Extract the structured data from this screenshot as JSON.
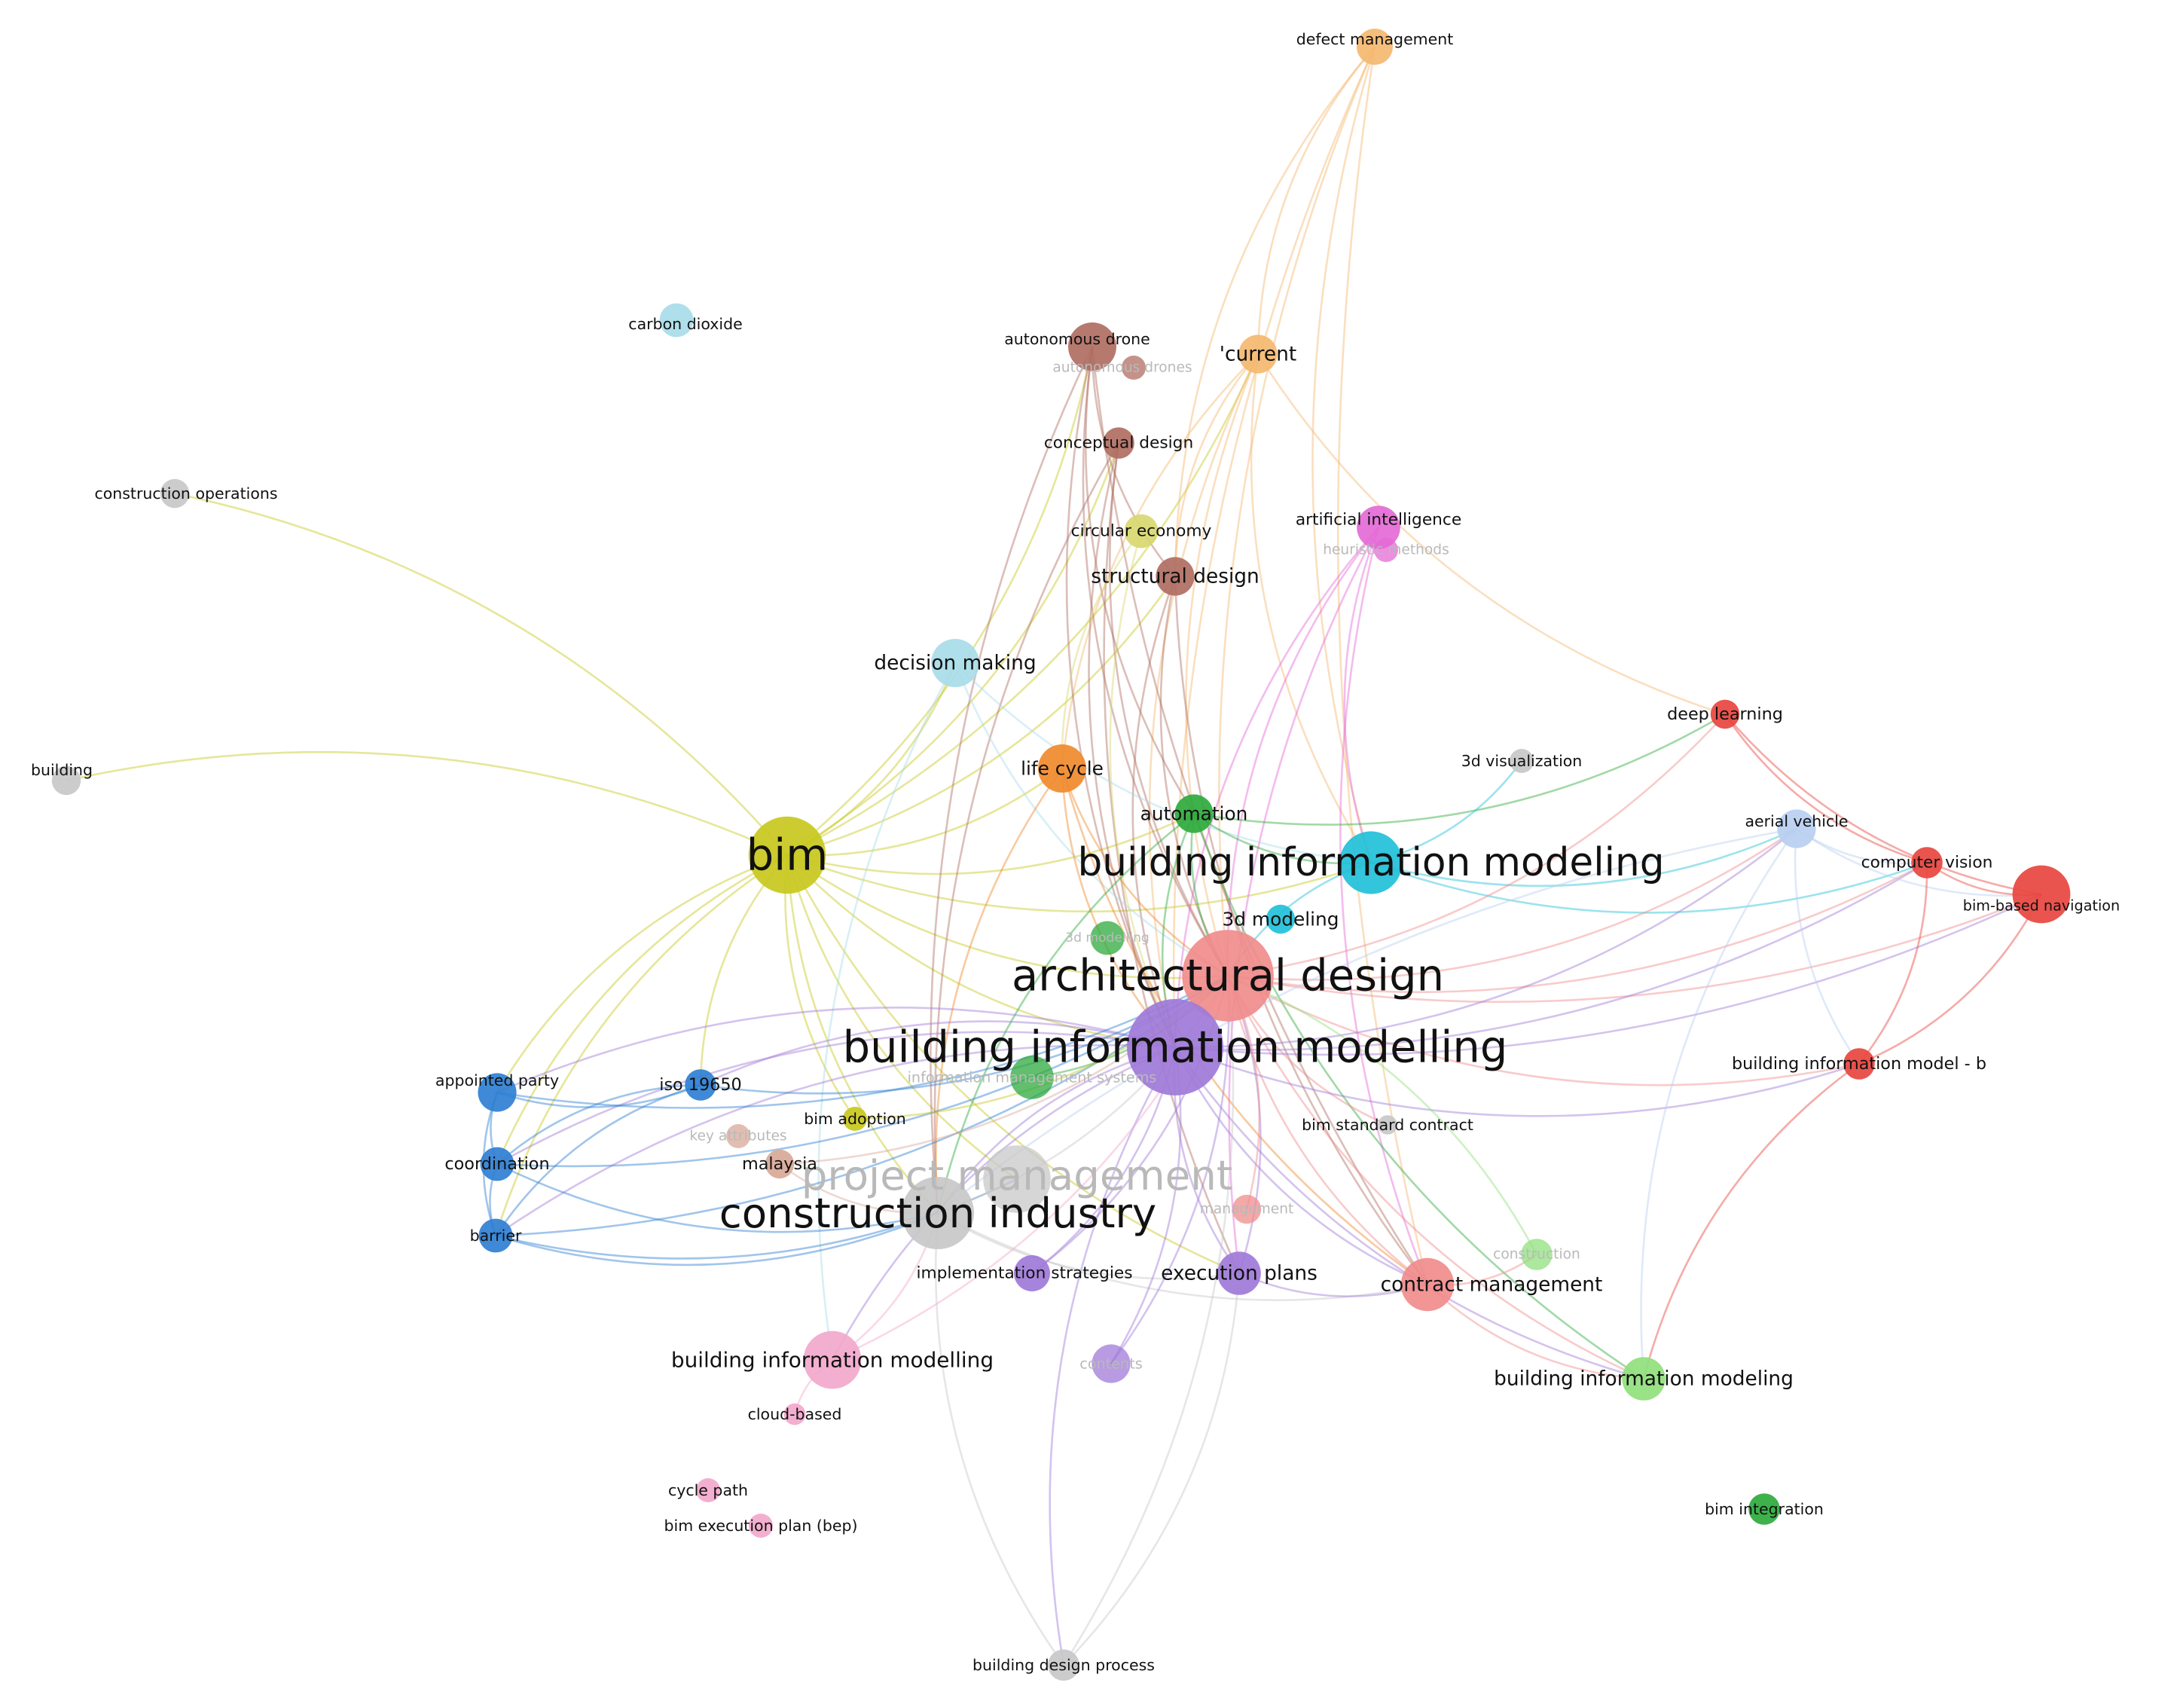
{
  "network": {
    "clusters": {
      "red": "#e8453f",
      "salmon": "#f08c8c",
      "green": "#2eaa3c",
      "light_green": "#90e07c",
      "blue": "#2f7fd3",
      "light_blue": "#b8cff0",
      "yellow": "#c8c81e",
      "pale_yellow": "#d8d870",
      "purple": "#a07ad8",
      "orange": "#f08a2c",
      "light_orange": "#f4b870",
      "brown": "#b06e62",
      "cyan": "#22c0d8",
      "light_cyan": "#a8dce8",
      "pink": "#f2a8cc",
      "magenta": "#e46ad6",
      "gray": "#c8c8c8",
      "tan": "#d8a898"
    },
    "nodes": [
      {
        "id": "bim",
        "label": "bim",
        "cluster": "yellow",
        "size": 3.2,
        "fs": 1.0,
        "faded": false
      },
      {
        "id": "architectural_design",
        "label": "architectural design",
        "cluster": "salmon",
        "size": 3.8,
        "fs": 1.0,
        "faded": false
      },
      {
        "id": "bim_modelling_main",
        "label": "building information modelling",
        "cluster": "purple",
        "size": 4.0,
        "fs": 1.0,
        "faded": false
      },
      {
        "id": "construction_industry",
        "label": "construction industry",
        "cluster": "gray",
        "size": 3.0,
        "fs": 0.95,
        "faded": false
      },
      {
        "id": "project_management",
        "label": "project management",
        "cluster": "gray",
        "size": 2.8,
        "fs": 0.95,
        "faded": true
      },
      {
        "id": "bim_modeling_cyan",
        "label": "building information modeling",
        "cluster": "cyan",
        "size": 2.6,
        "fs": 0.9,
        "faded": false
      },
      {
        "id": "3d_modeling",
        "label": "3d modeling",
        "cluster": "cyan",
        "size": 1.2,
        "fs": 0.8,
        "faded": false
      },
      {
        "id": "automation",
        "label": "automation",
        "cluster": "green",
        "size": 1.6,
        "fs": 0.8,
        "faded": false
      },
      {
        "id": "3d_modelling",
        "label": "3d modelling",
        "cluster": "green",
        "size": 1.4,
        "fs": 0.55,
        "faded": true
      },
      {
        "id": "life_cycle",
        "label": "life cycle",
        "cluster": "orange",
        "size": 2.0,
        "fs": 0.8,
        "faded": false
      },
      {
        "id": "decision_making",
        "label": "decision making",
        "cluster": "light_cyan",
        "size": 2.0,
        "fs": 0.85,
        "faded": false
      },
      {
        "id": "structural_design",
        "label": "structural design",
        "cluster": "brown",
        "size": 1.6,
        "fs": 0.85,
        "faded": false
      },
      {
        "id": "circular_economy",
        "label": "circular economy",
        "cluster": "pale_yellow",
        "size": 1.4,
        "fs": 0.7,
        "faded": false
      },
      {
        "id": "conceptual_design",
        "label": "conceptual design",
        "cluster": "brown",
        "size": 1.3,
        "fs": 0.7,
        "faded": false
      },
      {
        "id": "autonomous_drone",
        "label": "autonomous drone",
        "cluster": "brown",
        "size": 2.0,
        "fs": 0.66,
        "faded": false
      },
      {
        "id": "autonomous_drones",
        "label": "autonomous drones",
        "cluster": "brown",
        "size": 1.0,
        "fs": 0.6,
        "faded": true
      },
      {
        "id": "current",
        "label": "'current",
        "cluster": "light_orange",
        "size": 1.6,
        "fs": 0.85,
        "faded": false
      },
      {
        "id": "defect_management",
        "label": "defect management",
        "cluster": "light_orange",
        "size": 1.5,
        "fs": 0.66,
        "faded": false
      },
      {
        "id": "artificial_intelligence",
        "label": "artificial intelligence",
        "cluster": "magenta",
        "size": 1.8,
        "fs": 0.7,
        "faded": false
      },
      {
        "id": "heuristic_methods",
        "label": "heuristic methods",
        "cluster": "magenta",
        "size": 1.0,
        "fs": 0.6,
        "faded": true
      },
      {
        "id": "carbon_dioxide",
        "label": "carbon dioxide",
        "cluster": "light_cyan",
        "size": 1.4,
        "fs": 0.66,
        "faded": false
      },
      {
        "id": "construction_operations",
        "label": "construction operations",
        "cluster": "gray",
        "size": 1.2,
        "fs": 0.66,
        "faded": false
      },
      {
        "id": "building",
        "label": "building",
        "cluster": "gray",
        "size": 1.2,
        "fs": 0.66,
        "faded": false
      },
      {
        "id": "deep_learning",
        "label": "deep learning",
        "cluster": "red",
        "size": 1.2,
        "fs": 0.72,
        "faded": false
      },
      {
        "id": "3d_visualization",
        "label": "3d visualization",
        "cluster": "gray",
        "size": 1.0,
        "fs": 0.66,
        "faded": false
      },
      {
        "id": "aerial_vehicle",
        "label": "aerial vehicle",
        "cluster": "light_blue",
        "size": 1.6,
        "fs": 0.66,
        "faded": false
      },
      {
        "id": "computer_vision",
        "label": "computer vision",
        "cluster": "red",
        "size": 1.3,
        "fs": 0.7,
        "faded": false
      },
      {
        "id": "bim_based_navigation",
        "label": "bim-based navigation",
        "cluster": "red",
        "size": 2.4,
        "fs": 0.62,
        "faded": false
      },
      {
        "id": "bim_model_b",
        "label": "building information model - b",
        "cluster": "red",
        "size": 1.3,
        "fs": 0.72,
        "faded": false
      },
      {
        "id": "bim_standard_contract",
        "label": "bim standard contract",
        "cluster": "gray",
        "size": 0.8,
        "fs": 0.66,
        "faded": false
      },
      {
        "id": "appointed_party",
        "label": "appointed party",
        "cluster": "blue",
        "size": 1.6,
        "fs": 0.66,
        "faded": false
      },
      {
        "id": "iso_19650",
        "label": "iso 19650",
        "cluster": "blue",
        "size": 1.3,
        "fs": 0.72,
        "faded": false
      },
      {
        "id": "coordination",
        "label": "coordination",
        "cluster": "blue",
        "size": 1.4,
        "fs": 0.72,
        "faded": false
      },
      {
        "id": "barrier",
        "label": "barrier",
        "cluster": "blue",
        "size": 1.4,
        "fs": 0.66,
        "faded": false
      },
      {
        "id": "information_management_systems",
        "label": "information management systems",
        "cluster": "green",
        "size": 1.8,
        "fs": 0.62,
        "faded": true
      },
      {
        "id": "bim_adoption",
        "label": "bim adoption",
        "cluster": "yellow",
        "size": 1.0,
        "fs": 0.66,
        "faded": false
      },
      {
        "id": "key_attributes",
        "label": "key attributes",
        "cluster": "tan",
        "size": 1.0,
        "fs": 0.6,
        "faded": true
      },
      {
        "id": "malaysia",
        "label": "malaysia",
        "cluster": "tan",
        "size": 1.2,
        "fs": 0.72,
        "faded": false
      },
      {
        "id": "implementation_strategies",
        "label": "implementation strategies",
        "cluster": "purple",
        "size": 1.5,
        "fs": 0.7,
        "faded": false
      },
      {
        "id": "execution_plans",
        "label": "execution plans",
        "cluster": "purple",
        "size": 1.8,
        "fs": 0.85,
        "faded": false
      },
      {
        "id": "contents",
        "label": "contents",
        "cluster": "purple",
        "size": 1.6,
        "fs": 0.62,
        "faded": true
      },
      {
        "id": "management",
        "label": "management",
        "cluster": "salmon",
        "size": 1.2,
        "fs": 0.6,
        "faded": true
      },
      {
        "id": "contract_management",
        "label": "contract management",
        "cluster": "salmon",
        "size": 2.2,
        "fs": 0.85,
        "faded": false
      },
      {
        "id": "construction",
        "label": "construction",
        "cluster": "light_green",
        "size": 1.3,
        "fs": 0.6,
        "faded": true
      },
      {
        "id": "bim_modeling_lightgreen",
        "label": "building information modeling",
        "cluster": "light_green",
        "size": 1.8,
        "fs": 0.85,
        "faded": false
      },
      {
        "id": "bim_modelling_pink",
        "label": "building information modelling",
        "cluster": "pink",
        "size": 2.4,
        "fs": 0.9,
        "faded": false
      },
      {
        "id": "cloud_based",
        "label": "cloud-based",
        "cluster": "pink",
        "size": 0.9,
        "fs": 0.66,
        "faded": false
      },
      {
        "id": "cycle_path",
        "label": "cycle path",
        "cluster": "pink",
        "size": 1.0,
        "fs": 0.66,
        "faded": false
      },
      {
        "id": "bim_execution_plan",
        "label": "bim execution plan (bep)",
        "cluster": "pink",
        "size": 1.0,
        "fs": 0.66,
        "faded": false
      },
      {
        "id": "bim_integration",
        "label": "bim integration",
        "cluster": "green",
        "size": 1.3,
        "fs": 0.66,
        "faded": false
      },
      {
        "id": "building_design_process",
        "label": "building design process",
        "cluster": "gray",
        "size": 1.3,
        "fs": 0.66,
        "faded": false
      }
    ],
    "links": [
      [
        "bim",
        "architectural_design"
      ],
      [
        "bim",
        "bim_modelling_main"
      ],
      [
        "bim",
        "construction_industry"
      ],
      [
        "bim",
        "decision_making"
      ],
      [
        "bim",
        "life_cycle"
      ],
      [
        "bim",
        "automation"
      ],
      [
        "bim",
        "structural_design"
      ],
      [
        "bim",
        "conceptual_design"
      ],
      [
        "bim",
        "current"
      ],
      [
        "bim",
        "construction_operations"
      ],
      [
        "bim",
        "building"
      ],
      [
        "bim",
        "appointed_party"
      ],
      [
        "bim",
        "iso_19650"
      ],
      [
        "bim",
        "coordination"
      ],
      [
        "bim",
        "barrier"
      ],
      [
        "bim",
        "bim_adoption"
      ],
      [
        "bim",
        "project_management"
      ],
      [
        "bim",
        "bim_modeling_cyan"
      ],
      [
        "bim",
        "execution_plans"
      ],
      [
        "bim",
        "autonomous_drone"
      ],
      [
        "defect_management",
        "current"
      ],
      [
        "defect_management",
        "architectural_design"
      ],
      [
        "defect_management",
        "bim_modeling_cyan"
      ],
      [
        "defect_management",
        "structural_design"
      ],
      [
        "defect_management",
        "contract_management"
      ],
      [
        "defect_management",
        "bim_modelling_main"
      ],
      [
        "current",
        "architectural_design"
      ],
      [
        "current",
        "bim_modelling_main"
      ],
      [
        "current",
        "structural_design"
      ],
      [
        "current",
        "deep_learning"
      ],
      [
        "current",
        "bim_modeling_cyan"
      ],
      [
        "current",
        "life_cycle"
      ],
      [
        "autonomous_drone",
        "architectural_design"
      ],
      [
        "autonomous_drone",
        "bim_modelling_main"
      ],
      [
        "autonomous_drone",
        "structural_design"
      ],
      [
        "autonomous_drone",
        "automation"
      ],
      [
        "autonomous_drone",
        "construction_industry"
      ],
      [
        "autonomous_drone",
        "contract_management"
      ],
      [
        "conceptual_design",
        "architectural_design"
      ],
      [
        "conceptual_design",
        "bim_modelling_main"
      ],
      [
        "conceptual_design",
        "construction_industry"
      ],
      [
        "conceptual_design",
        "execution_plans"
      ],
      [
        "circular_economy",
        "bim_modelling_main"
      ],
      [
        "circular_economy",
        "life_cycle"
      ],
      [
        "structural_design",
        "architectural_design"
      ],
      [
        "structural_design",
        "bim_modelling_main"
      ],
      [
        "structural_design",
        "contract_management"
      ],
      [
        "artificial_intelligence",
        "architectural_design"
      ],
      [
        "artificial_intelligence",
        "bim_modelling_main"
      ],
      [
        "artificial_intelligence",
        "execution_plans"
      ],
      [
        "artificial_intelligence",
        "bim_modeling_cyan"
      ],
      [
        "artificial_intelligence",
        "contract_management"
      ],
      [
        "decision_making",
        "architectural_design"
      ],
      [
        "decision_making",
        "bim_modeling_cyan"
      ],
      [
        "decision_making",
        "bim_modelling_pink"
      ],
      [
        "life_cycle",
        "architectural_design"
      ],
      [
        "life_cycle",
        "bim_modelling_main"
      ],
      [
        "life_cycle",
        "construction_industry"
      ],
      [
        "life_cycle",
        "contract_management"
      ],
      [
        "automation",
        "architectural_design"
      ],
      [
        "automation",
        "bim_modeling_cyan"
      ],
      [
        "automation",
        "bim_modelling_main"
      ],
      [
        "automation",
        "deep_learning"
      ],
      [
        "automation",
        "construction_industry"
      ],
      [
        "automation",
        "bim_modeling_lightgreen"
      ],
      [
        "bim_modeling_cyan",
        "architectural_design"
      ],
      [
        "bim_modeling_cyan",
        "aerial_vehicle"
      ],
      [
        "bim_modeling_cyan",
        "3d_visualization"
      ],
      [
        "bim_modeling_cyan",
        "computer_vision"
      ],
      [
        "architectural_design",
        "bim_based_navigation"
      ],
      [
        "architectural_design",
        "computer_vision"
      ],
      [
        "architectural_design",
        "aerial_vehicle"
      ],
      [
        "architectural_design",
        "deep_learning"
      ],
      [
        "architectural_design",
        "bim_model_b"
      ],
      [
        "architectural_design",
        "contract_management"
      ],
      [
        "architectural_design",
        "bim_standard_contract"
      ],
      [
        "architectural_design",
        "bim_modeling_lightgreen"
      ],
      [
        "bim_modelling_main",
        "bim_based_navigation"
      ],
      [
        "bim_modelling_main",
        "computer_vision"
      ],
      [
        "bim_modelling_main",
        "bim_model_b"
      ],
      [
        "bim_modelling_main",
        "aerial_vehicle"
      ],
      [
        "bim_modelling_main",
        "contract_management"
      ],
      [
        "bim_modelling_main",
        "bim_modeling_lightgreen"
      ],
      [
        "bim_modelling_main",
        "building_design_process"
      ],
      [
        "bim_modelling_main",
        "execution_plans"
      ],
      [
        "bim_modelling_main",
        "construction_industry"
      ],
      [
        "bim_modelling_main",
        "iso_19650"
      ],
      [
        "bim_modelling_main",
        "coordination"
      ],
      [
        "bim_modelling_main",
        "barrier"
      ],
      [
        "bim_modelling_main",
        "appointed_party"
      ],
      [
        "bim_modelling_main",
        "bim_modelling_pink"
      ],
      [
        "aerial_vehicle",
        "bim_based_navigation"
      ],
      [
        "aerial_vehicle",
        "computer_vision"
      ],
      [
        "aerial_vehicle",
        "construction_industry"
      ],
      [
        "aerial_vehicle",
        "bim_model_b"
      ],
      [
        "computer_vision",
        "bim_based_navigation"
      ],
      [
        "deep_learning",
        "bim_based_navigation"
      ],
      [
        "deep_learning",
        "computer_vision"
      ],
      [
        "bim_model_b",
        "bim_based_navigation"
      ],
      [
        "bim_model_b",
        "computer_vision"
      ],
      [
        "bim_model_b",
        "bim_modeling_lightgreen"
      ],
      [
        "aerial_vehicle",
        "bim_modeling_lightgreen"
      ],
      [
        "appointed_party",
        "iso_19650"
      ],
      [
        "appointed_party",
        "coordination"
      ],
      [
        "appointed_party",
        "barrier"
      ],
      [
        "appointed_party",
        "architectural_design"
      ],
      [
        "iso_19650",
        "coordination"
      ],
      [
        "iso_19650",
        "barrier"
      ],
      [
        "iso_19650",
        "architectural_design"
      ],
      [
        "coordination",
        "barrier"
      ],
      [
        "coordination",
        "construction_industry"
      ],
      [
        "coordination",
        "architectural_design"
      ],
      [
        "barrier",
        "construction_industry"
      ],
      [
        "barrier",
        "architectural_design"
      ],
      [
        "barrier",
        "project_management"
      ],
      [
        "construction_industry",
        "execution_plans"
      ],
      [
        "construction_industry",
        "contract_management"
      ],
      [
        "construction_industry",
        "architectural_design"
      ],
      [
        "construction_industry",
        "building_design_process"
      ],
      [
        "execution_plans",
        "architectural_design"
      ],
      [
        "execution_plans",
        "contract_management"
      ],
      [
        "implementation_strategies",
        "architectural_design"
      ],
      [
        "implementation_strategies",
        "bim_modelling_main"
      ],
      [
        "contents",
        "bim_modelling_main"
      ],
      [
        "contents",
        "architectural_design"
      ],
      [
        "bim_modelling_pink",
        "architectural_design"
      ],
      [
        "bim_modelling_pink",
        "cloud_based"
      ],
      [
        "bim_modelling_pink",
        "construction_industry"
      ],
      [
        "contract_management",
        "bim_modeling_lightgreen"
      ],
      [
        "contract_management",
        "construction"
      ],
      [
        "construction",
        "architectural_design"
      ],
      [
        "management",
        "architectural_design"
      ],
      [
        "building_design_process",
        "architectural_design"
      ],
      [
        "building_design_process",
        "execution_plans"
      ],
      [
        "information_management_systems",
        "architectural_design"
      ],
      [
        "bim_adoption",
        "architectural_design"
      ],
      [
        "malaysia",
        "architectural_design"
      ],
      [
        "malaysia",
        "construction_industry"
      ]
    ]
  }
}
